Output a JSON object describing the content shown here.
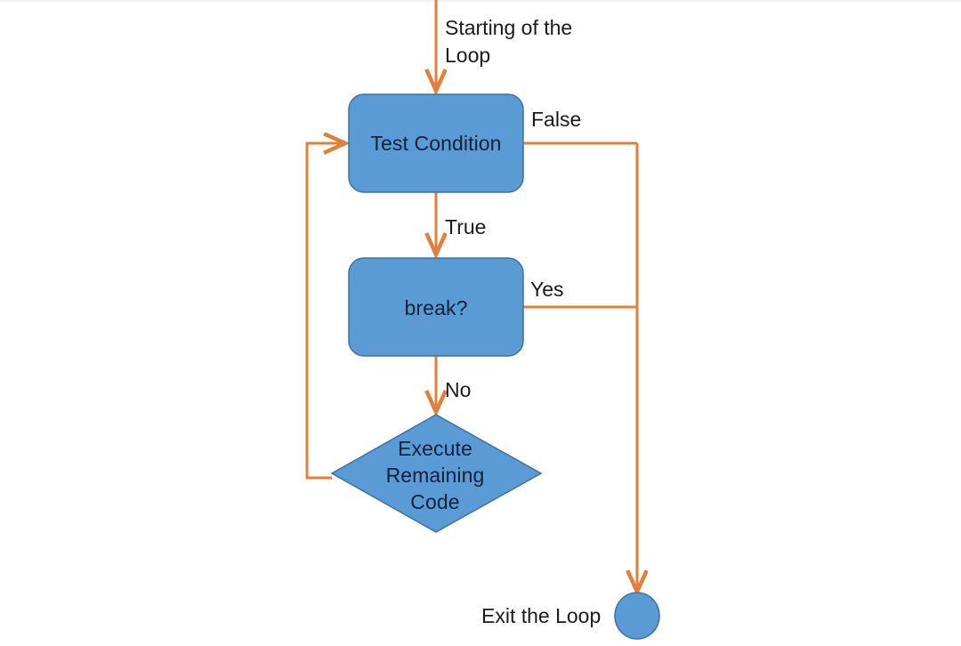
{
  "diagram": {
    "title": "Loop with break flowchart",
    "colors": {
      "shape_fill": "#5B9BD5",
      "shape_stroke": "#41719C",
      "connector": "#E0803C",
      "node_text": "#14213A",
      "label_text": "#1A1A1A",
      "background": "#FFFFFF"
    },
    "nodes": [
      {
        "id": "test-condition",
        "label": "Test Condition",
        "shape": "rounded-rectangle"
      },
      {
        "id": "break-decision",
        "label": "break?",
        "shape": "rounded-rectangle"
      },
      {
        "id": "execute-remaining-code",
        "label": "Execute\nRemaining\nCode",
        "shape": "diamond"
      },
      {
        "id": "exit-terminator",
        "label": "",
        "shape": "circle"
      }
    ],
    "edge_labels": {
      "start": "Starting of the\nLoop",
      "false": "False",
      "true": "True",
      "yes": "Yes",
      "no": "No",
      "exit": "Exit the Loop"
    },
    "edges": [
      {
        "from": "start",
        "to": "test-condition",
        "label": "Starting of the Loop"
      },
      {
        "from": "test-condition",
        "to": "exit-terminator",
        "label": "False"
      },
      {
        "from": "test-condition",
        "to": "break-decision",
        "label": "True"
      },
      {
        "from": "break-decision",
        "to": "exit-terminator",
        "label": "Yes"
      },
      {
        "from": "break-decision",
        "to": "execute-remaining-code",
        "label": "No"
      },
      {
        "from": "execute-remaining-code",
        "to": "test-condition",
        "label": ""
      }
    ]
  }
}
